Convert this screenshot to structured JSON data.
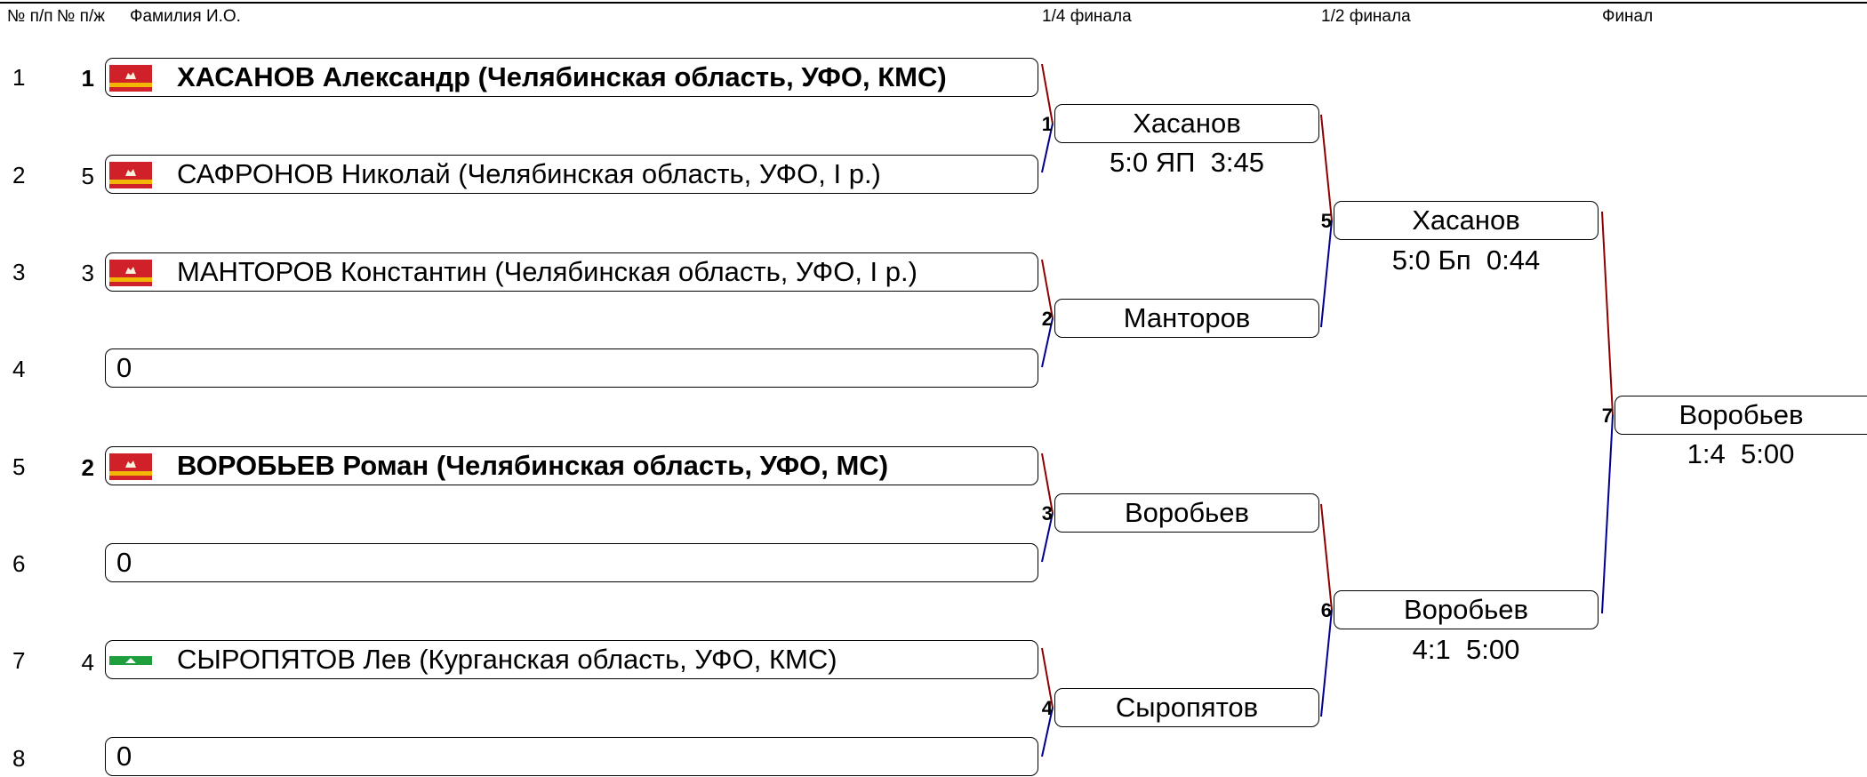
{
  "headers": {
    "col_np": "№ п/п",
    "col_nzh": "№ п/ж",
    "col_name": "Фамилия И.О.",
    "col_qf": "1/4 финала",
    "col_sf": "1/2 финала",
    "col_final": "Финал"
  },
  "participants": [
    {
      "row": "1",
      "seed": "1",
      "name": "ХАСАНОВ Александр (Челябинская область, УФО, КМС)",
      "bold": true,
      "flag": "chelyabinsk-flag"
    },
    {
      "row": "2",
      "seed": "5",
      "name": "САФРОНОВ Николай (Челябинская область, УФО, I р.)",
      "bold": false,
      "flag": "chelyabinsk-flag"
    },
    {
      "row": "3",
      "seed": "3",
      "name": "МАНТОРОВ Константин (Челябинская область, УФО, I р.)",
      "bold": false,
      "flag": "chelyabinsk-flag"
    },
    {
      "row": "4",
      "seed": "",
      "name": "0",
      "bold": false,
      "flag": ""
    },
    {
      "row": "5",
      "seed": "2",
      "name": "ВОРОБЬЕВ Роман (Челябинская область, УФО, МС)",
      "bold": true,
      "flag": "chelyabinsk-flag"
    },
    {
      "row": "6",
      "seed": "",
      "name": "0",
      "bold": false,
      "flag": ""
    },
    {
      "row": "7",
      "seed": "4",
      "name": "СЫРОПЯТОВ Лев (Курганская область, УФО, КМС)",
      "bold": false,
      "flag": "kurgan-flag"
    },
    {
      "row": "8",
      "seed": "",
      "name": "0",
      "bold": false,
      "flag": ""
    }
  ],
  "quarterfinals": [
    {
      "match": "1",
      "winner": "Хасанов",
      "score": "5:0 ЯП  3:45"
    },
    {
      "match": "2",
      "winner": "Манторов",
      "score": ""
    },
    {
      "match": "3",
      "winner": "Воробьев",
      "score": ""
    },
    {
      "match": "4",
      "winner": "Сыропятов",
      "score": ""
    }
  ],
  "semifinals": [
    {
      "match": "5",
      "winner": "Хасанов",
      "score": "5:0 Бп  0:44"
    },
    {
      "match": "6",
      "winner": "Воробьев",
      "score": "4:1  5:00"
    }
  ],
  "final": {
    "match": "7",
    "winner": "Воробьев",
    "score": "1:4  5:00"
  },
  "colors": {
    "upper_connector": "#8b0000",
    "lower_connector": "#00008b",
    "chelyabinsk_red": "#d0202a",
    "chelyabinsk_gold": "#f2b705",
    "kurgan_green": "#1e9e3c"
  }
}
